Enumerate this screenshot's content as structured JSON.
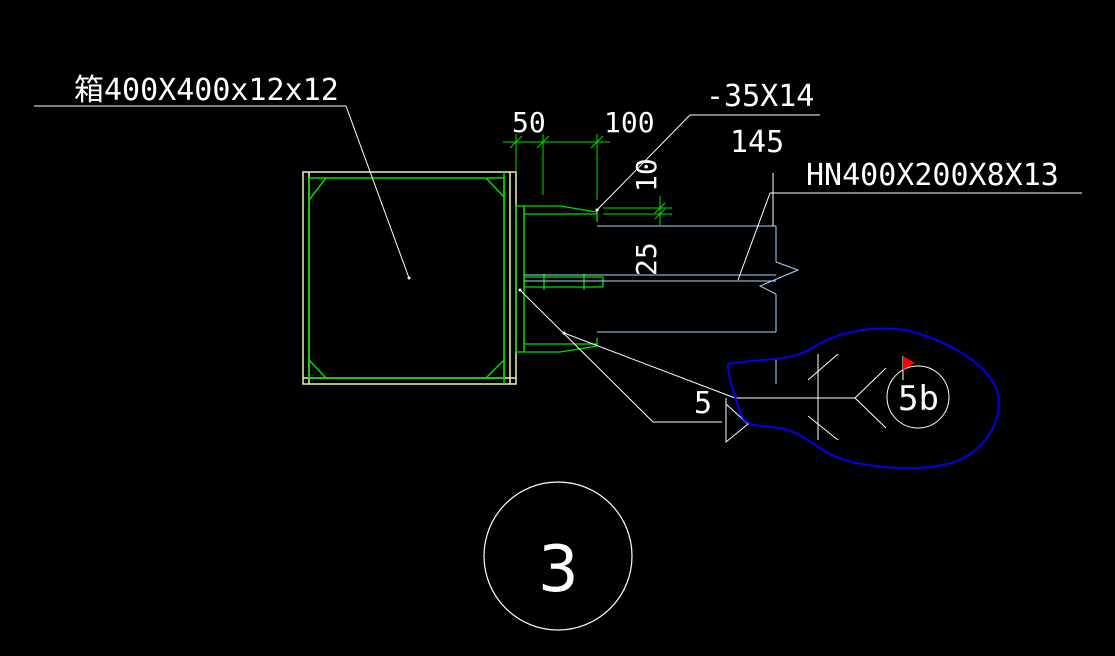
{
  "labels": {
    "box_column": "箱400X400x12x12",
    "plate_top": "-35X14",
    "plate_bottom": "145",
    "beam": "HN400X200X8X13",
    "dim_50": "50",
    "dim_100": "100",
    "dim_10": "10",
    "dim_25": "25",
    "weld_size": "5",
    "cloud_mark": "5b",
    "detail_number": "3"
  },
  "colors": {
    "background": "#000000",
    "lines": "#ffffff",
    "green": "#00dd00",
    "yellow": "#f0f0b0",
    "cyan": "#a8d8ff",
    "revision_cloud": "#0000ee",
    "flag": "#ff0000"
  }
}
